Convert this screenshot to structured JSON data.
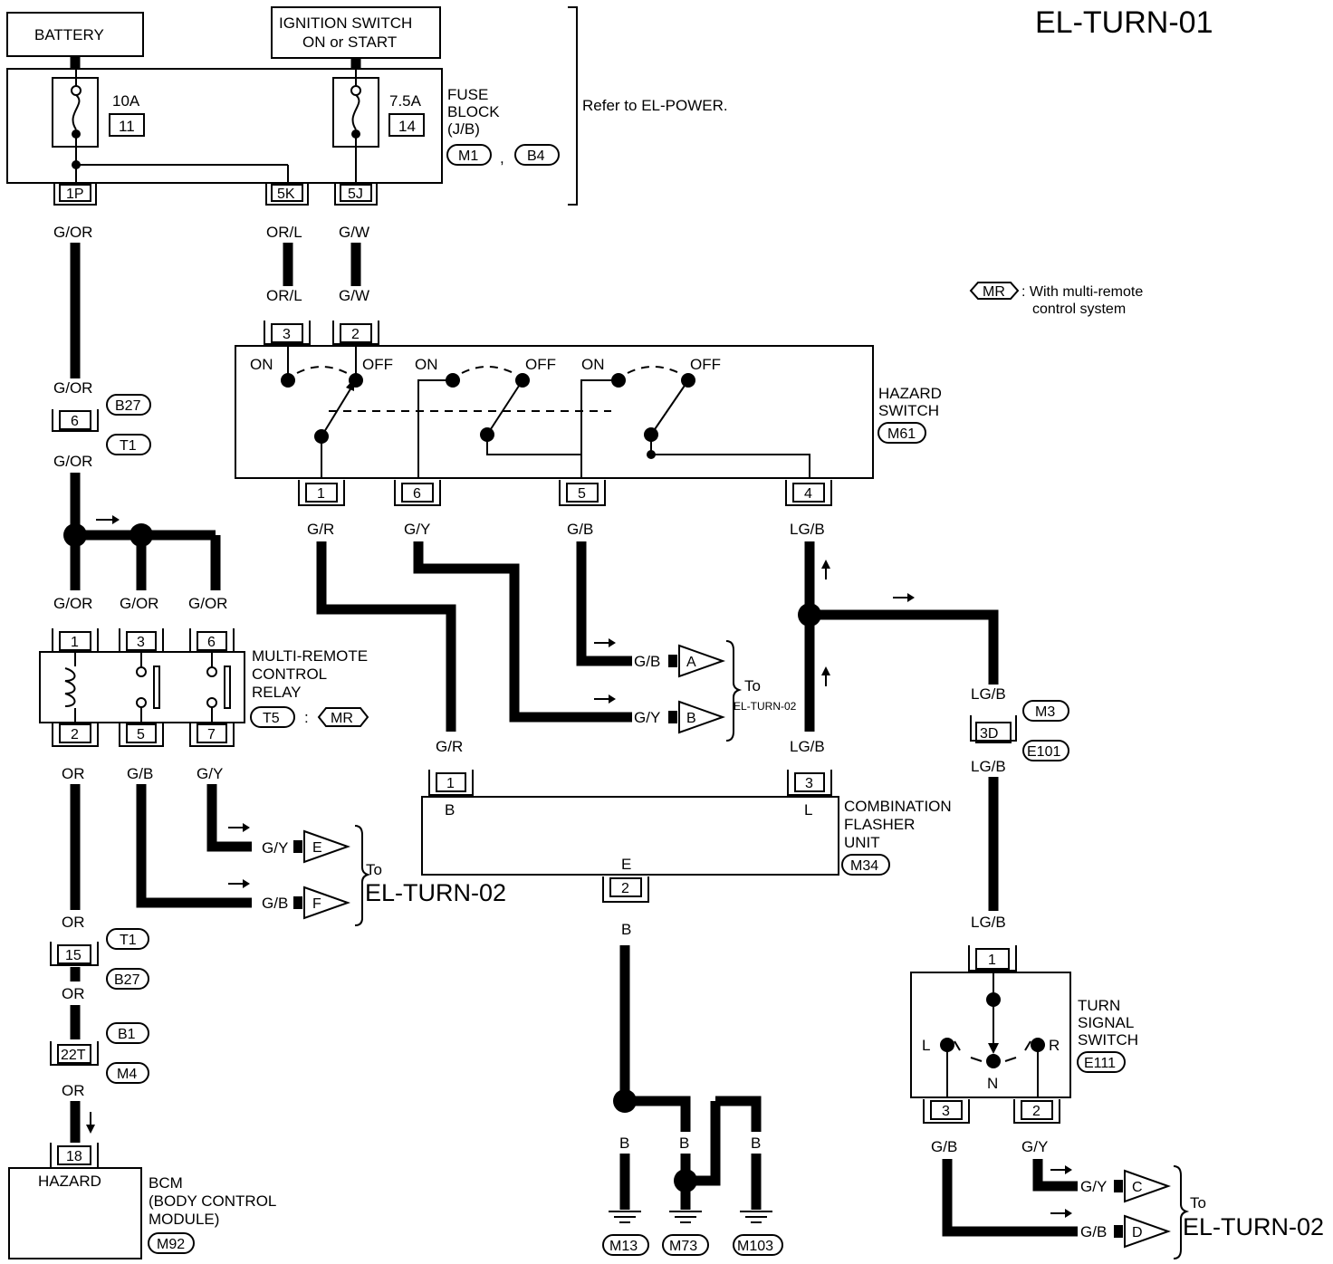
{
  "diagram": {
    "title": "EL-TURN-01",
    "note_refer": "Refer to EL-POWER.",
    "legend": {
      "tag": "MR",
      "text_line1": ": With multi-remote",
      "text_line2": "control system"
    },
    "components": {
      "battery": "BATTERY",
      "ignition": {
        "line1": "IGNITION SWITCH",
        "line2": "ON or START"
      },
      "fuse_block": {
        "line1": "FUSE",
        "line2": "BLOCK",
        "line3": "(J/B)",
        "conn1": "M1",
        "sep": ",",
        "conn2": "B4",
        "fuse1_amp": "10A",
        "fuse1_no": "11",
        "fuse2_amp": "7.5A",
        "fuse2_no": "14"
      },
      "hazard_switch": {
        "line1": "HAZARD",
        "line2": "SWITCH",
        "conn": "M61",
        "on": "ON",
        "off": "OFF"
      },
      "relay": {
        "line1": "MULTI-REMOTE",
        "line2": "CONTROL",
        "line3": "RELAY",
        "conn": "T5",
        "colon": ":",
        "tag": "MR"
      },
      "flasher": {
        "line1": "COMBINATION",
        "line2": "FLASHER",
        "line3": "UNIT",
        "conn": "M34",
        "term_b": "B",
        "term_l": "L",
        "term_e": "E"
      },
      "bcm": {
        "box": "HAZARD",
        "line1": "BCM",
        "line2": "(BODY CONTROL",
        "line3": "MODULE)",
        "conn": "M92"
      },
      "turn_switch": {
        "line1": "TURN",
        "line2": "SIGNAL",
        "line3": "SWITCH",
        "conn": "E111",
        "l": "L",
        "r": "R",
        "n": "N"
      }
    },
    "terminals": {
      "t1p": "1P",
      "t5k": "5K",
      "t5j": "5J",
      "hs3": "3",
      "hs2": "2",
      "hs1": "1",
      "hs6": "6",
      "hs5": "5",
      "hs4": "4",
      "j6": "6",
      "r1": "1",
      "r3": "3",
      "r6": "6",
      "r2": "2",
      "r5": "5",
      "r7": "7",
      "j15": "15",
      "j22t": "22T",
      "b18": "18",
      "f1": "1",
      "f3": "3",
      "f2": "2",
      "j3d": "3D",
      "ts1": "1",
      "ts3": "3",
      "ts2": "2"
    },
    "connectors": {
      "b27a": "B27",
      "t1a": "T1",
      "t1b": "T1",
      "b27b": "B27",
      "b1": "B1",
      "m4": "M4",
      "m3": "M3",
      "e101": "E101",
      "m13": "M13",
      "m73": "M73",
      "m103": "M103"
    },
    "wires": {
      "g_or": "G/OR",
      "or_l": "OR/L",
      "g_w": "G/W",
      "g_r": "G/R",
      "g_y": "G/Y",
      "g_b": "G/B",
      "lg_b": "LG/B",
      "or": "OR",
      "b": "B"
    },
    "arrows_to": {
      "a": "A",
      "b": "B",
      "c": "C",
      "d": "D",
      "e": "E",
      "f": "F",
      "to": "To",
      "target": "EL-TURN-02"
    }
  }
}
